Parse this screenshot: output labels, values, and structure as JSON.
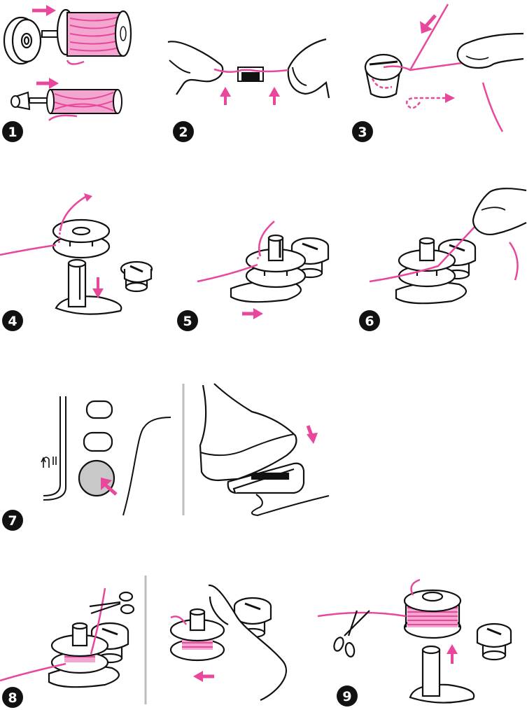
{
  "colors": {
    "thread": "#e8479c",
    "thread_light": "#f3a6cf",
    "outline": "#111111",
    "button_fill": "#c8c8c8",
    "divider": "#bdbdbd",
    "background": "#ffffff"
  },
  "steps": [
    {
      "number": "1",
      "label": "1"
    },
    {
      "number": "2",
      "label": "2"
    },
    {
      "number": "3",
      "label": "3"
    },
    {
      "number": "4",
      "label": "4"
    },
    {
      "number": "5",
      "label": "5"
    },
    {
      "number": "6",
      "label": "6"
    },
    {
      "number": "7",
      "label": "7"
    },
    {
      "number": "8",
      "label": "8"
    },
    {
      "number": "9",
      "label": "9"
    }
  ],
  "icons": {
    "spool": "thread-spool-icon",
    "cap": "spool-cap-icon",
    "guide": "thread-guide-icon",
    "tension_disc": "tension-disc-icon",
    "bobbin": "bobbin-icon",
    "winder_stop": "bobbin-winder-stopper-icon",
    "button": "start-stop-button-icon",
    "foot_pedal": "foot-pedal-icon",
    "scissors": "scissors-icon",
    "hand": "hand-icon",
    "arrow": "arrow-icon"
  }
}
